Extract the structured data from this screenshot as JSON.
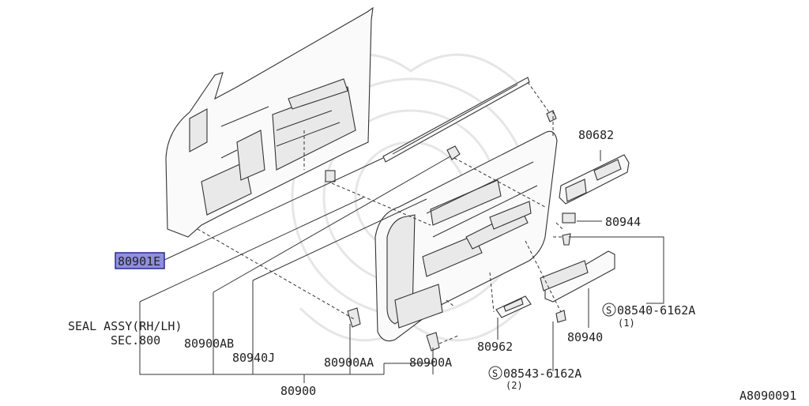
{
  "diagram": {
    "id_code": "A8090091",
    "highlighted_part": "80901E",
    "labels": {
      "p80682": "80682",
      "p80944": "80944",
      "screw1": "08540-6162A",
      "screw1_qty": "(1)",
      "p80940": "80940",
      "p80962": "80962",
      "screw2": "08543-6162A",
      "screw2_qty": "(2)",
      "p80900A": "80900A",
      "p80900AA": "80900AA",
      "p80940J": "80940J",
      "p80900AB": "80900AB",
      "seal_line1": "SEAL ASSY(RH/LH)",
      "seal_line2": "SEC.800",
      "p80900": "80900",
      "s_symbol": "S"
    },
    "colors": {
      "highlight_fill": "#8f8fdc",
      "highlight_border": "#2b2b8f",
      "line": "#333333"
    }
  }
}
